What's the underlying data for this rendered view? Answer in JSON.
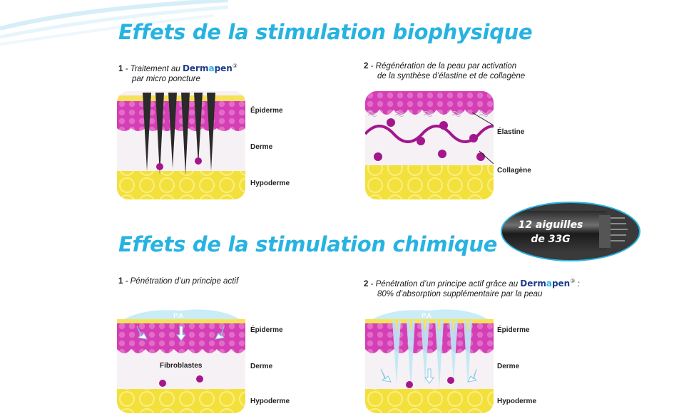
{
  "bio": {
    "title": "Effets de la stimulation biophysique",
    "panel1": {
      "num": "1",
      "caption_prefix": "- Traitement au",
      "caption_line2": "par micro poncture",
      "labels": {
        "epiderme": "Épiderme",
        "derme": "Derme",
        "hypoderme": "Hypoderme"
      }
    },
    "panel2": {
      "num": "2",
      "caption_line1": "- Régénération de la peau par activation",
      "caption_line2": "de la synthèse d’élastine et de collagène",
      "labels": {
        "elastine": "Élastine",
        "collagene": "Collagène"
      }
    }
  },
  "chem": {
    "title": "Effets de la stimulation chimique",
    "panel1": {
      "num": "1",
      "caption": "- Pénétration d’un principe actif",
      "pa_label": "P.A",
      "fibroblastes": "Fibroblastes",
      "labels": {
        "epiderme": "Épiderme",
        "derme": "Derme",
        "hypoderme": "Hypoderme"
      }
    },
    "panel2": {
      "num": "2",
      "caption_prefix": "- Pénétration d’un principe actif grâce au",
      "caption_suffix": ":",
      "caption_line2": "80% d’absorption supplémentaire par la peau",
      "pa_label": "P.A",
      "labels": {
        "epiderme": "Épiderme",
        "derme": "Derme",
        "hypoderme": "Hypoderme"
      }
    }
  },
  "brand": {
    "part1": "Derm",
    "part2": "a",
    "part3": "pen",
    "mark": "③"
  },
  "needle_badge": {
    "line1": "12 aiguilles",
    "line2": "de 33G"
  },
  "colors": {
    "title_blue": "#27b3e2",
    "brand_navy": "#1f3c8a",
    "epidermis_magenta": "#d43fb5",
    "dermis": "#f6f1f4",
    "hypodermis_yellow": "#f3e03a",
    "cell_purple": "#a3168c"
  },
  "icons": [
    "needle-icon",
    "arrow-down-icon",
    "needle-device-photo"
  ]
}
